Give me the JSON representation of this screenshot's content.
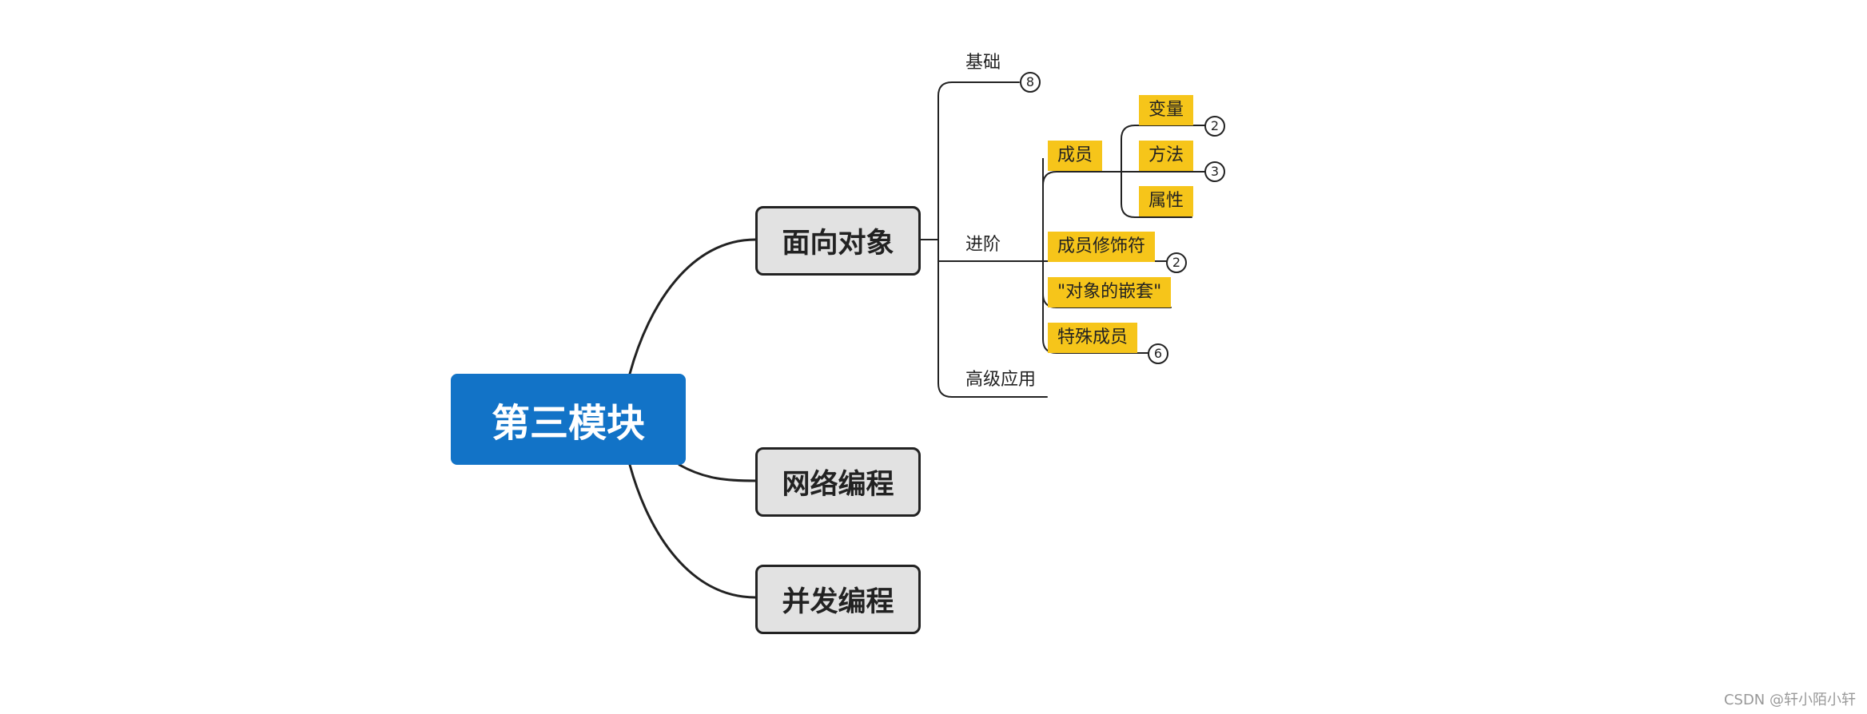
{
  "central": "第三模块",
  "branches": {
    "oop": "面向对象",
    "network": "网络编程",
    "concurrency": "并发编程"
  },
  "oop": {
    "basics": {
      "label": "基础",
      "count": "8"
    },
    "advanced": {
      "label": "进阶"
    },
    "applied": {
      "label": "高级应用"
    }
  },
  "advanced": {
    "members": {
      "label": "成员"
    },
    "modifiers": {
      "label": "成员修饰符",
      "count": "2"
    },
    "nesting": {
      "label": "\"对象的嵌套\""
    },
    "special": {
      "label": "特殊成员",
      "count": "6"
    }
  },
  "members": {
    "variables": {
      "label": "变量",
      "count": "2"
    },
    "methods": {
      "label": "方法",
      "count": "3"
    },
    "properties": {
      "label": "属性"
    }
  },
  "watermark": "CSDN @轩小陌小轩",
  "colors": {
    "central": "#1273c7",
    "main_fill": "#e2e2e2",
    "tag": "#f6c51a",
    "line": "#222222"
  }
}
